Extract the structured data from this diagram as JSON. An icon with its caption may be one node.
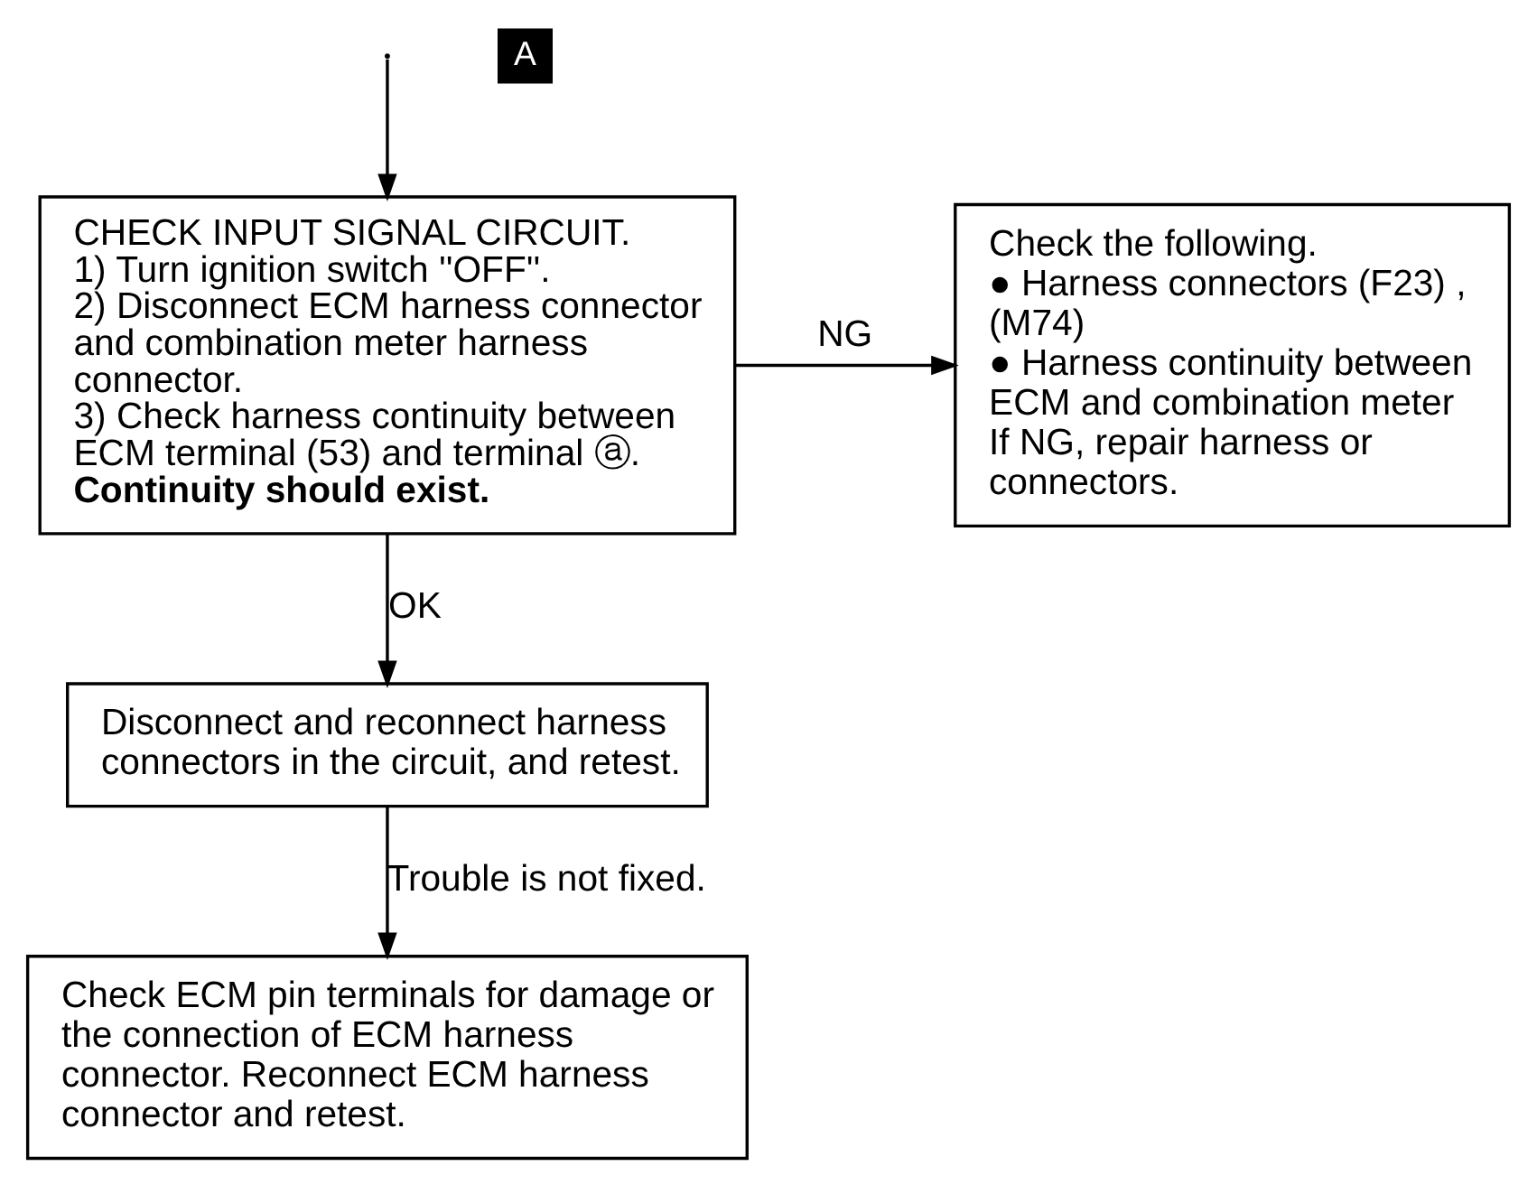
{
  "diagram": {
    "nodes": [
      {
        "text": [
          "CHECK INPUT SIGNAL CIRCUIT.",
          "1) Turn ignition switch ''OFF''.",
          "2) Disconnect ECM harness connector and combination meter harness connector.",
          "3) Check harness continuity between ECM terminal (53) and terminal ⓐ.",
          "Continuity should exist."
        ]
      },
      {
        "text": [
          "Check the following.",
          "● Harness connectors (F23) , (M74)",
          "● Harness continuity between ECM and combination meter",
          "If NG, repair harness or connectors."
        ]
      },
      {
        "text": [
          "Disconnect and reconnect harness connectors in the circuit, and retest."
        ]
      },
      {
        "text": [
          "Check ECM pin terminals for damage or the connection of ECM harness connector. Reconnect ECM harness connector and retest."
        ]
      }
    ],
    "edges": [
      {
        "from": null,
        "to": 0,
        "arrow": "to"
      },
      {
        "from": 0,
        "to": 1,
        "arrow": "to",
        "label": "NG"
      },
      {
        "from": 0,
        "to": 2,
        "arrow": "to",
        "label": "OK"
      },
      {
        "from": 2,
        "to": 3,
        "arrow": "to",
        "label": "Trouble is not fixed."
      }
    ],
    "labels": [
      "A"
    ]
  }
}
